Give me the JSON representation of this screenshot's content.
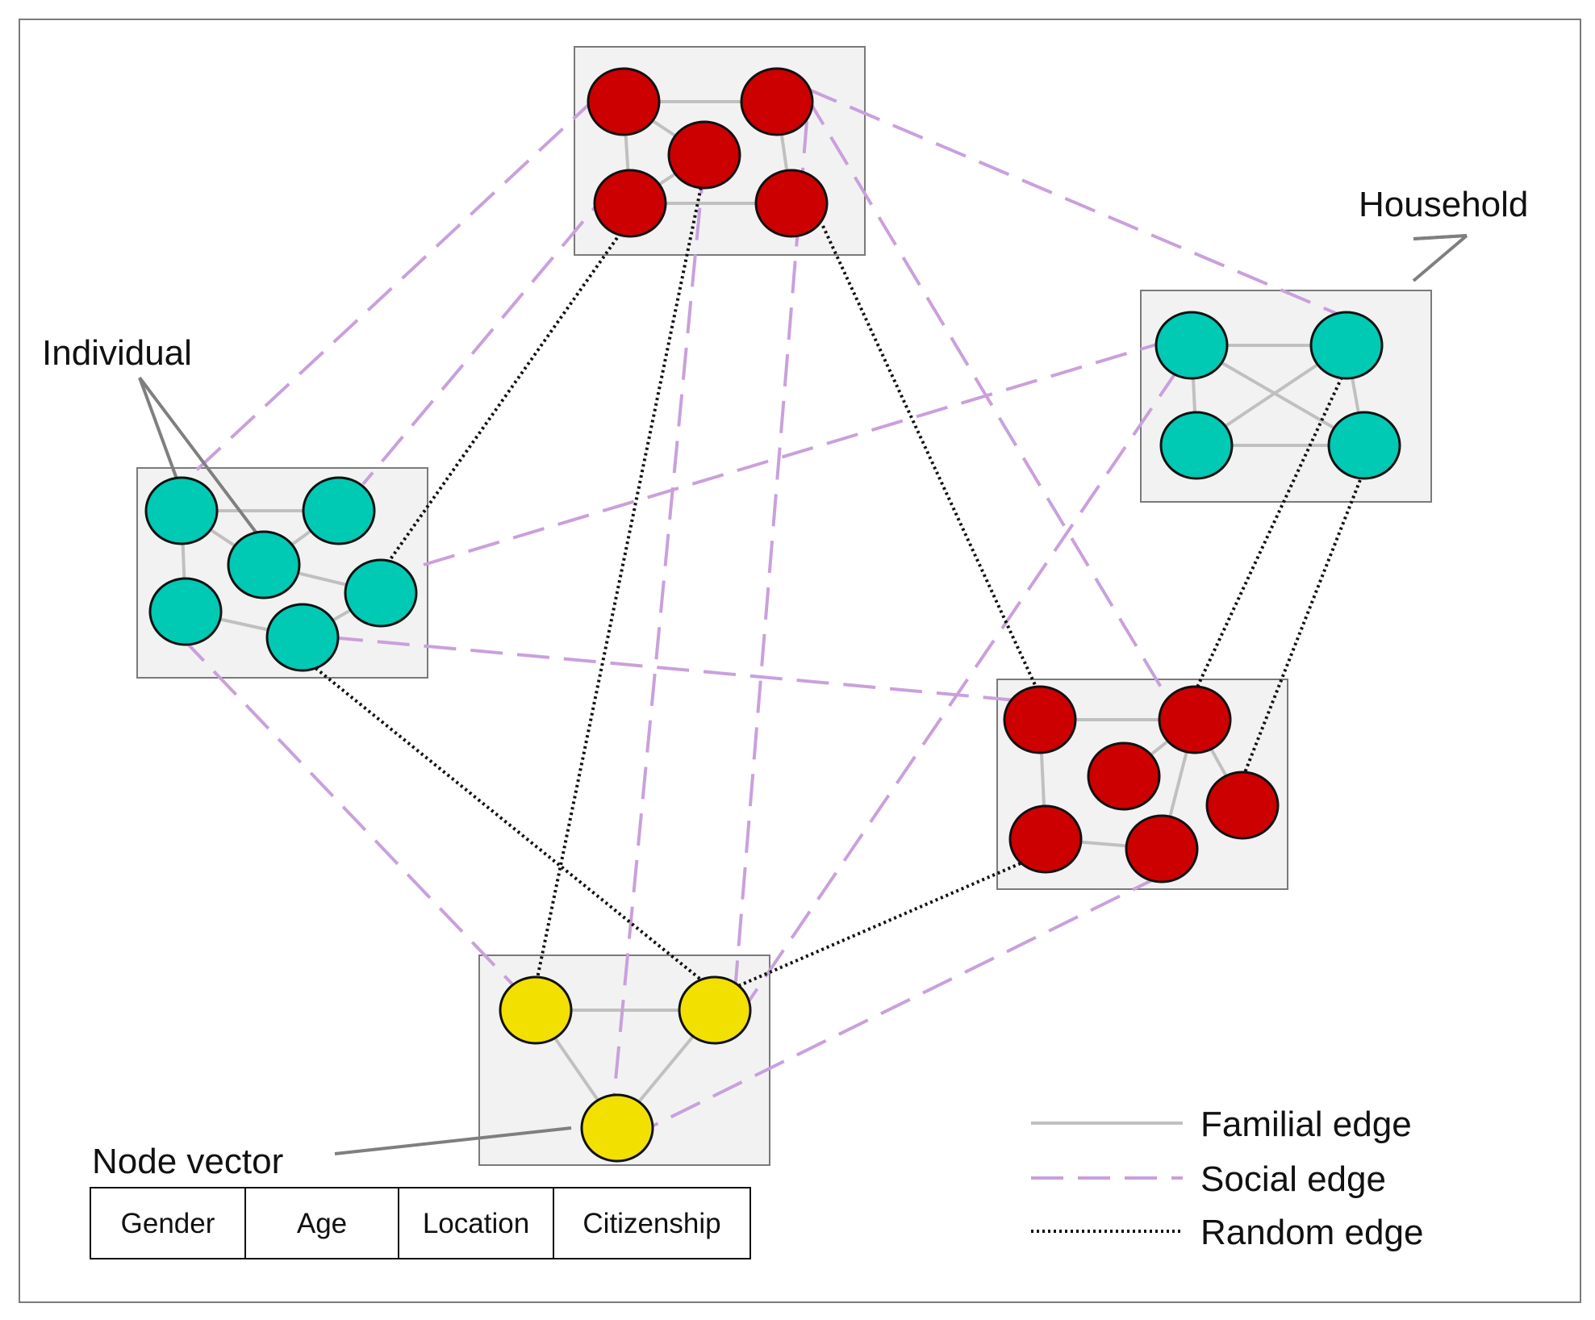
{
  "labels": {
    "household": "Household",
    "individual": "Individual",
    "node_vector": "Node vector"
  },
  "node_vector_fields": [
    "Gender",
    "Age",
    "Location",
    "Citizenship"
  ],
  "legend": {
    "familial": "Familial edge",
    "social": "Social edge",
    "random": "Random edge"
  },
  "colors": {
    "red": "#cc0000",
    "teal": "#00c9b4",
    "yellow": "#f2e000",
    "household_fill": "#f2f2f2",
    "familial_edge": "#c0c0c0",
    "social_edge": "#c9a0dc",
    "random_edge": "#111111",
    "callout_line": "#7f7f7f"
  },
  "households": [
    {
      "id": "top",
      "color": "red",
      "size": 5
    },
    {
      "id": "left",
      "color": "teal",
      "size": 6
    },
    {
      "id": "right",
      "color": "teal",
      "size": 4
    },
    {
      "id": "bottom-right",
      "color": "red",
      "size": 6
    },
    {
      "id": "bottom",
      "color": "yellow",
      "size": 3
    }
  ]
}
